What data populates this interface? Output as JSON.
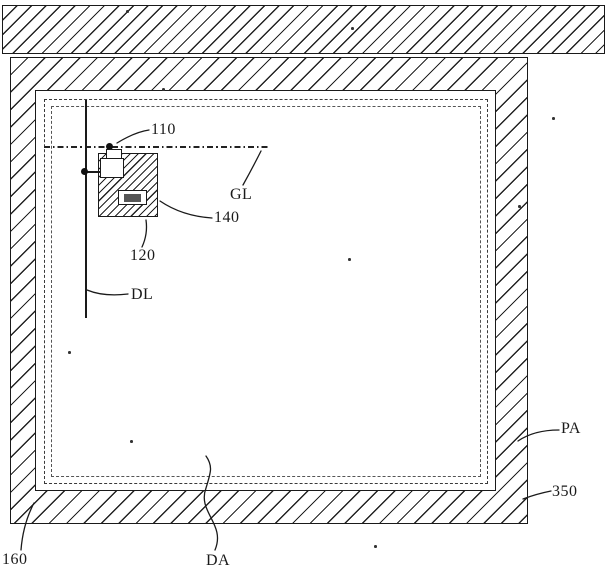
{
  "figure": {
    "type": "patent-style display panel drawing",
    "labels": {
      "ref_110": "110",
      "gate_line": "GL",
      "ref_140": "140",
      "ref_120": "120",
      "data_line": "DL",
      "ref_160": "160",
      "display_area": "DA",
      "peripheral_area": "PA",
      "ref_350": "350"
    },
    "colors": {
      "ink": "#1a1a1a",
      "paper": "#ffffff"
    }
  }
}
